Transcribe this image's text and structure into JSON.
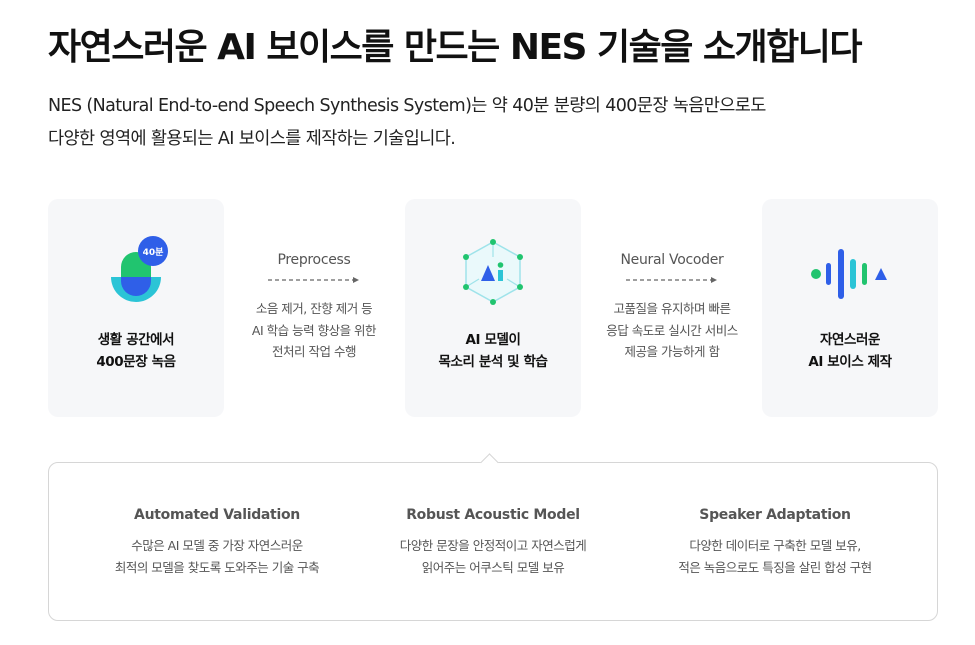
{
  "header": {
    "title": "자연스러운 AI 보이스를 만드는 NES 기술을 소개합니다",
    "description_lines": [
      "NES (Natural End-to-end Speech Synthesis System)는 약 40분 분량의 400문장 녹음만으로도",
      "다양한 영역에 활용되는 AI 보이스를 제작하는 기술입니다."
    ]
  },
  "colors": {
    "green": "#21c46f",
    "blue": "#2f5fe8",
    "cyan": "#2bc4d6",
    "card_bg": "#f6f7f9"
  },
  "cards": [
    {
      "icon": "microphone-icon",
      "badge": "40분",
      "lines": [
        "생활 공간에서",
        "400문장 녹음"
      ]
    },
    {
      "icon": "ai-cube-icon",
      "lines": [
        "AI 모델이",
        "목소리 분석 및 학습"
      ]
    },
    {
      "icon": "soundwave-icon",
      "lines": [
        "자연스러운",
        "AI 보이스 제작"
      ]
    }
  ],
  "steps": [
    {
      "title": "Preprocess",
      "lines": [
        "소음 제거, 잔향 제거 등",
        "AI 학습 능력 향상을 위한",
        "전처리 작업 수행"
      ]
    },
    {
      "title": "Neural Vocoder",
      "lines": [
        "고품질을 유지하며 빠른",
        "응답 속도로 실시간 서비스",
        "제공을 가능하게 함"
      ]
    }
  ],
  "features": [
    {
      "title": "Automated Validation",
      "lines": [
        "수많은 AI 모델 중 가장 자연스러운",
        "최적의 모델을 찾도록 도와주는 기술 구축"
      ]
    },
    {
      "title": "Robust Acoustic Model",
      "lines": [
        "다양한 문장을 안정적이고 자연스럽게",
        "읽어주는 어쿠스틱 모델 보유"
      ]
    },
    {
      "title": "Speaker Adaptation",
      "lines": [
        "다양한 데이터로 구축한 모델 보유,",
        "적은 녹음으로도 특징을 살린 합성 구현"
      ]
    }
  ]
}
